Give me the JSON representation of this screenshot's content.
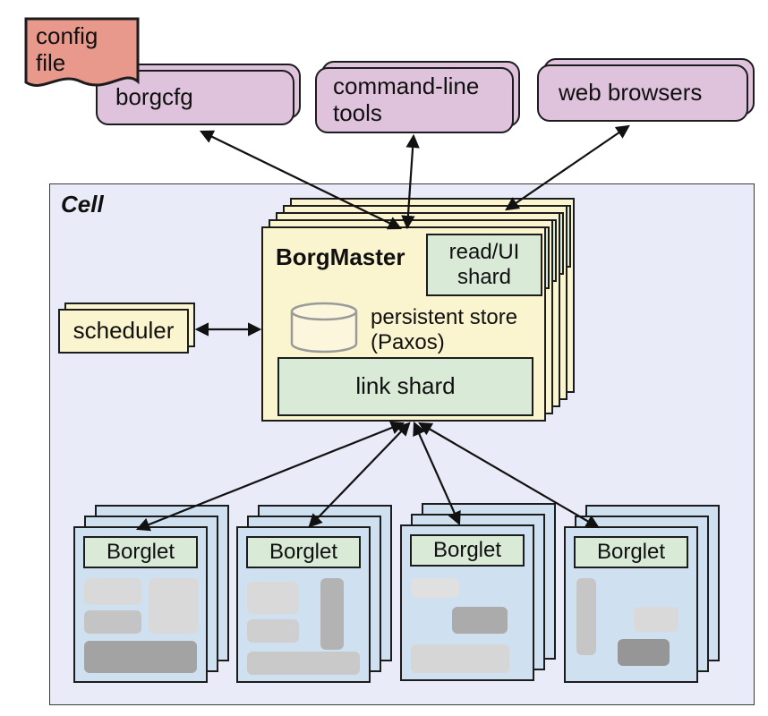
{
  "config_file": {
    "label": "config\nfile"
  },
  "top_nodes": [
    {
      "id": "borgcfg",
      "label": "borgcfg"
    },
    {
      "id": "command_line_tools",
      "label": "command-line\ntools"
    },
    {
      "id": "web_browsers",
      "label": "web browsers"
    }
  ],
  "cell": {
    "label": "Cell",
    "borgmaster": {
      "title": "BorgMaster",
      "read_ui_shard_label": "read/UI\nshard",
      "persistent_store_label": "persistent store\n(Paxos)",
      "link_shard_label": "link shard"
    },
    "scheduler_label": "scheduler",
    "borglets": [
      {
        "label": "Borglet"
      },
      {
        "label": "Borglet"
      },
      {
        "label": "Borglet"
      },
      {
        "label": "Borglet"
      }
    ]
  },
  "colors": {
    "config_doc": "#e8998c",
    "pink_node": "#dfc3dc",
    "yellow_node": "#faf4cf",
    "green_node": "#d9ebd7",
    "blue_node": "#cfe1f0",
    "cell_background": "#e9ecf8",
    "outline": "#1c1c1c",
    "task_grays": [
      "#d9d9d9",
      "#c4c4c4",
      "#a3a3a3"
    ]
  }
}
